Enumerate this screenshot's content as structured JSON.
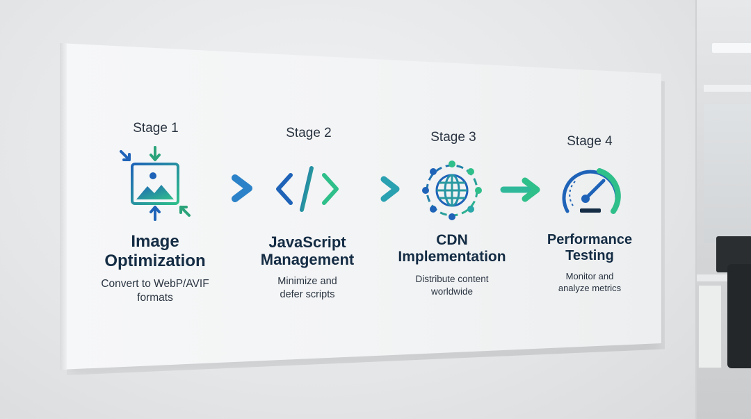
{
  "stages": [
    {
      "stage_label": "Stage 1",
      "title_line1": "Image",
      "title_line2": "Optimization",
      "desc_line1": "Convert to WebP/AVIF",
      "desc_line2": "formats",
      "icon": "image-compress-icon"
    },
    {
      "stage_label": "Stage 2",
      "title_line1": "JavaScript",
      "title_line2": "Management",
      "desc_line1": "Minimize and",
      "desc_line2": "defer scripts",
      "icon": "code-icon"
    },
    {
      "stage_label": "Stage 3",
      "title_line1": "CDN",
      "title_line2": "Implementation",
      "desc_line1": "Distribute content",
      "desc_line2": "worldwide",
      "icon": "globe-network-icon"
    },
    {
      "stage_label": "Stage 4",
      "title_line1": "Performance",
      "title_line2": "Testing",
      "desc_line1": "Monitor and",
      "desc_line2": "analyze metrics",
      "icon": "speedometer-icon"
    }
  ],
  "colors": {
    "gradient_start": "#1e63b8",
    "gradient_end": "#2fbf8a",
    "title": "#142c44",
    "text": "#2a3441"
  }
}
